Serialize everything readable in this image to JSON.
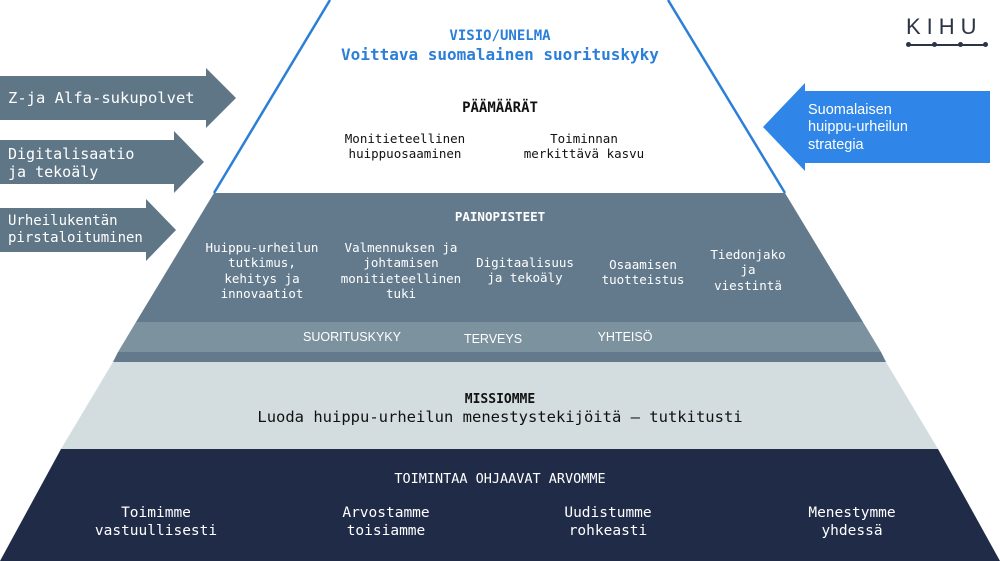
{
  "logo": "KIHU",
  "vision": {
    "heading": "VISIO/UNELMA",
    "text": "Voittava suomalainen suorituskyky"
  },
  "goals": {
    "heading": "PÄÄMÄÄRÄT",
    "items": [
      "Monitieteellinen\nhuippuosaaminen",
      "Toiminnan\nmerkittävä kasvu"
    ]
  },
  "focus": {
    "heading": "PAINOPISTEET",
    "items": [
      "Huippu-urheilun\ntutkimus,\nkehitys ja\ninnovaatiot",
      "Valmennuksen ja\njohtamisen\nmonitieteellinen\ntuki",
      "Digitaalisuus\nja tekoäly",
      "Osaamisen\ntuotteistus",
      "Tiedonjako\nja\nviestintä"
    ]
  },
  "pillars": [
    "SUORITUSKYKY",
    "TERVEYS",
    "YHTEISÖ"
  ],
  "mission": {
    "heading": "MISSIOMME",
    "text": "Luoda huippu-urheilun menestystekijöitä – tutkitusti"
  },
  "values": {
    "heading": "TOIMINTAA OHJAAVAT ARVOMME",
    "items": [
      "Toimimme\nvastuullisesti",
      "Arvostamme\ntoisiamme",
      "Uudistumme\nrohkeasti",
      "Menestymme\nyhdessä"
    ]
  },
  "left_arrows": [
    "Z-ja Alfa-sukupolvet",
    "Digitalisaatio\nja tekoäly",
    "Urheilukentän\npirstaloituminen"
  ],
  "right_arrow": "Suomalaisen\nhuippu-urheilun\nstrategia",
  "colors": {
    "dark_navy": "#1f2b47",
    "slate": "#637a8c",
    "slate_band": "#7d929f",
    "light_band": "#d3dde0",
    "grey_arrow": "#5f7686",
    "blue_arrow": "#2f86e8",
    "vision_blue": "#2b7fd8"
  }
}
